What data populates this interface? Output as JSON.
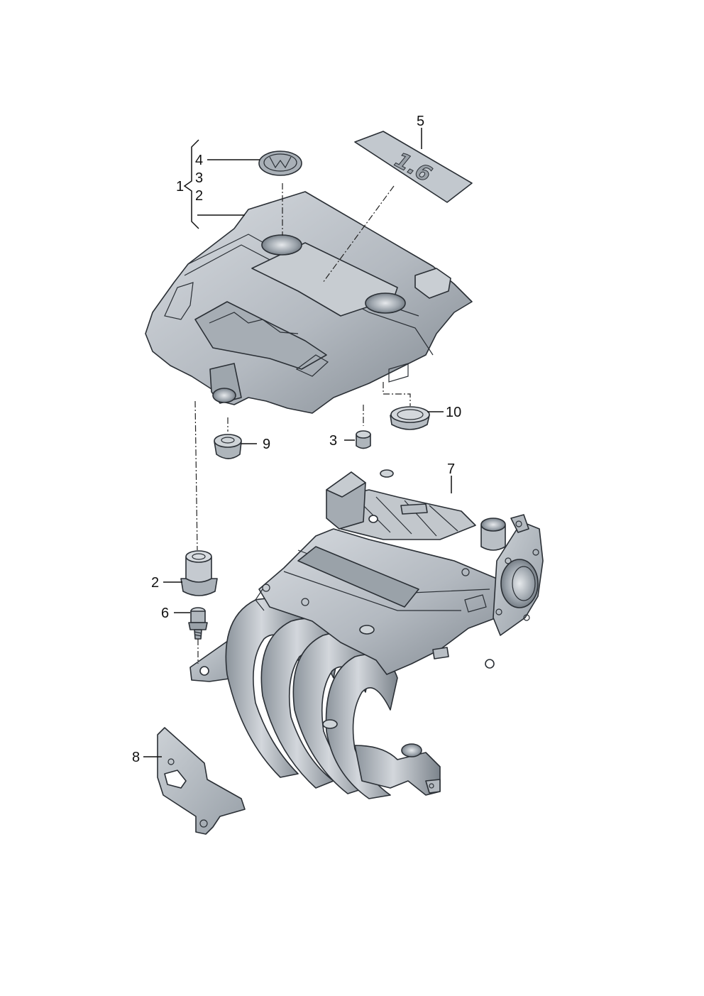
{
  "diagram": {
    "callouts": {
      "c1": "1",
      "c2_top": "2",
      "c3_top": "3",
      "c4": "4",
      "c5": "5",
      "c6": "6",
      "c7": "7",
      "c8": "8",
      "c9": "9",
      "c10": "10",
      "c3_bottom": "3",
      "c2_bottom": "2"
    },
    "decal_text": "1.6",
    "colors": {
      "part_fill": "#b3b9c0",
      "part_light": "#cfd4d9",
      "part_dark": "#7d858d",
      "line": "#2a2f35"
    }
  }
}
